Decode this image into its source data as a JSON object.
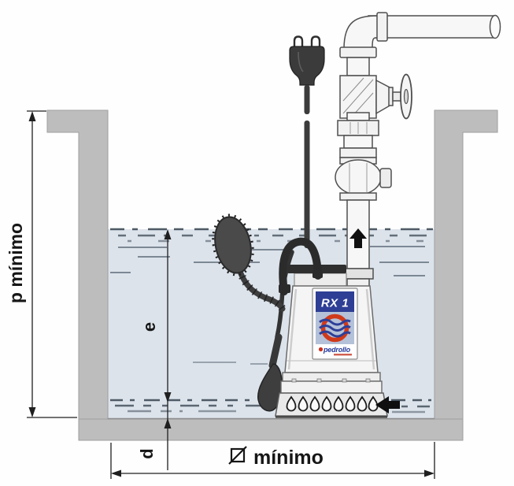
{
  "diagram": {
    "type": "technical-illustration",
    "subject": "Submersible drainage pump installed in a sump pit with discharge pipe, gate valve, check valve, float switch and minimum dimension callouts",
    "pump": {
      "model": "RX 1",
      "brand": "pedrollo"
    },
    "dimension_labels": {
      "pit_depth": "p mínimo",
      "band_e": "e",
      "band_d": "d",
      "pit_width": "mínimo",
      "pit_width_symbol": "Ø"
    },
    "colors": {
      "wall_gray": "#bdbdbd",
      "water_blue": "#dce3eb",
      "water_dash": "#4e5a66",
      "line_dark": "#1f1f1f",
      "pump_white": "#f5f5f5",
      "dark_parts": "#3b3b3b",
      "label_blue": "#2e3e95",
      "label_light_blue": "#b4c1d8",
      "brand_red": "#d03a1b"
    }
  }
}
